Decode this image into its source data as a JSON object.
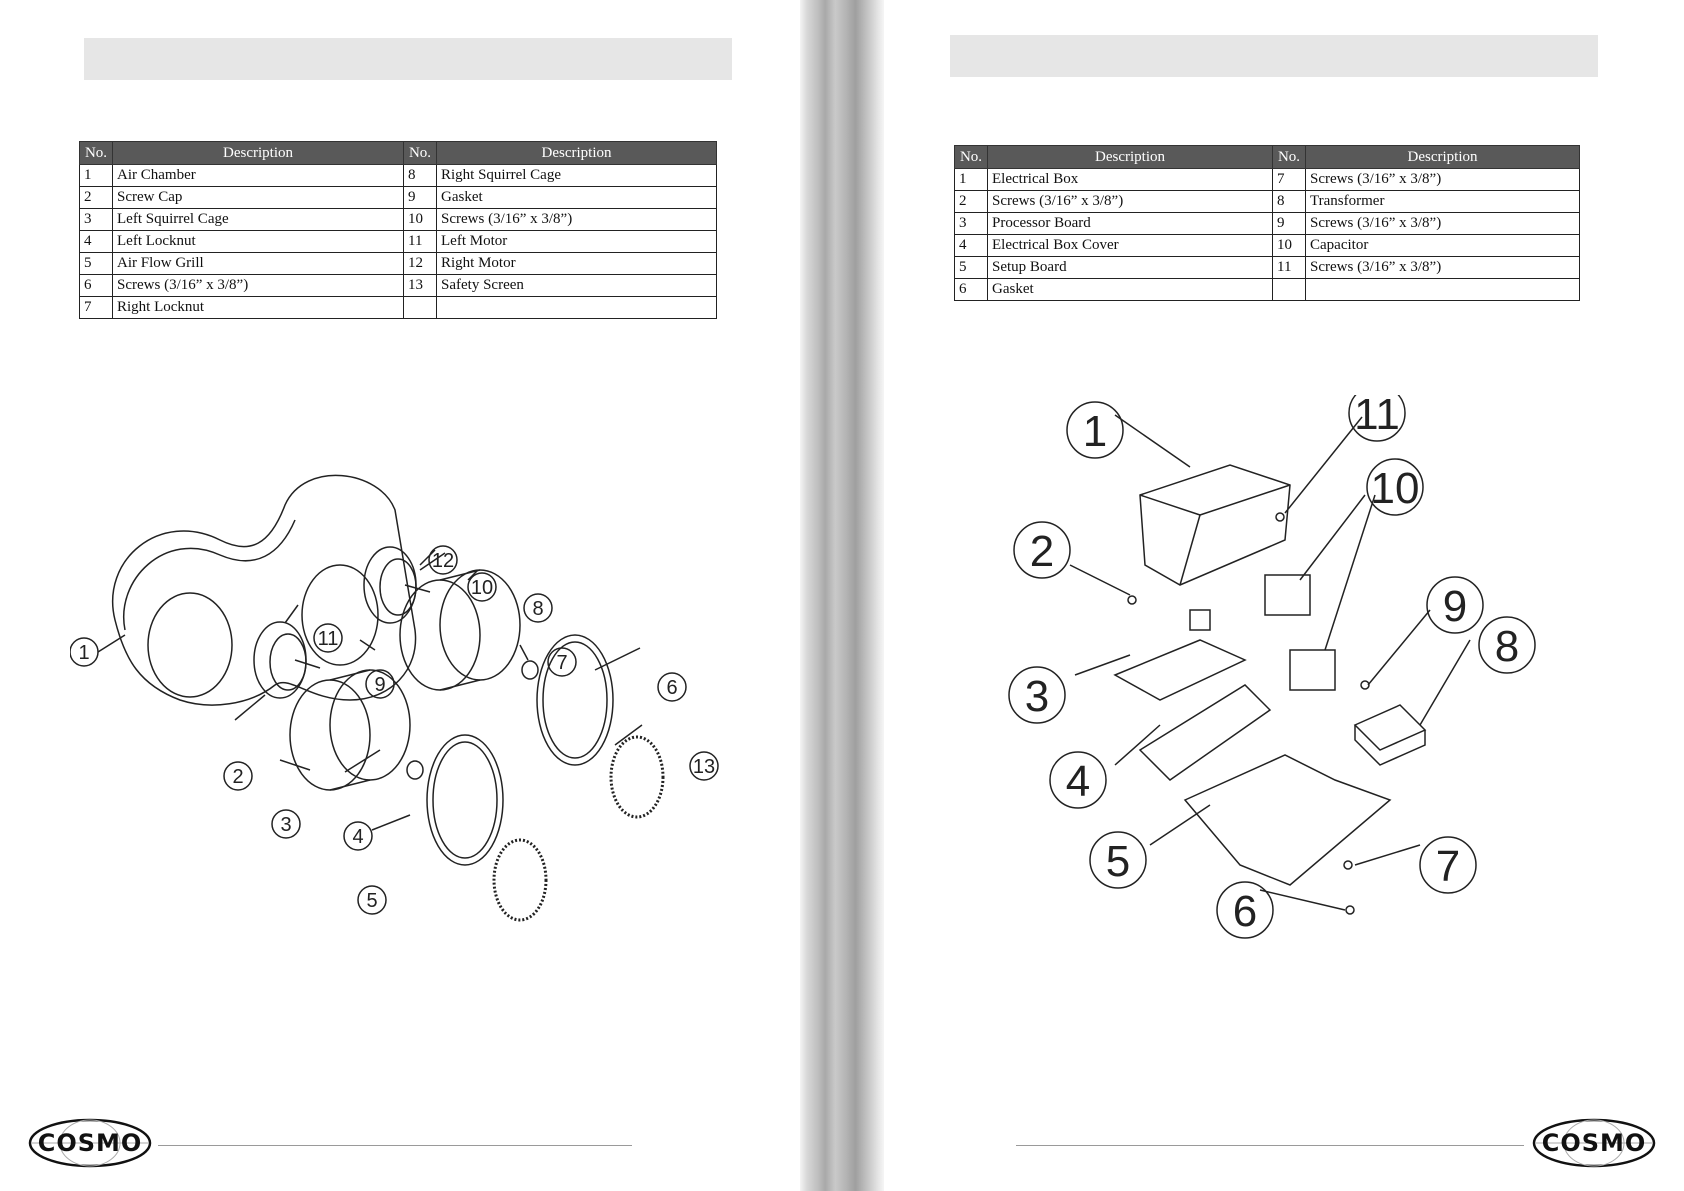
{
  "left_page": {
    "columns": [
      "No.",
      "Description",
      "No.",
      "Description"
    ],
    "rows": [
      [
        "1",
        "Air Chamber",
        "8",
        "Right Squirrel Cage"
      ],
      [
        "2",
        "Screw Cap",
        "9",
        "Gasket"
      ],
      [
        "3",
        "Left Squirrel Cage",
        "10",
        "Screws (3/16” x 3/8”)"
      ],
      [
        "4",
        "Left Locknut",
        "11",
        "Left Motor"
      ],
      [
        "5",
        "Air Flow Grill",
        "12",
        "Right Motor"
      ],
      [
        "6",
        "Screws (3/16” x 3/8”)",
        "13",
        "Safety Screen"
      ],
      [
        "7",
        "Right Locknut",
        "",
        ""
      ]
    ],
    "callouts": [
      "1",
      "2",
      "3",
      "4",
      "5",
      "6",
      "7",
      "8",
      "9",
      "10",
      "11",
      "12",
      "13"
    ]
  },
  "right_page": {
    "columns": [
      "No.",
      "Description",
      "No.",
      "Description"
    ],
    "rows": [
      [
        "1",
        "Electrical Box",
        "7",
        "Screws (3/16” x 3/8”)"
      ],
      [
        "2",
        "Screws (3/16” x 3/8”)",
        "8",
        "Transformer"
      ],
      [
        "3",
        "Processor Board",
        "9",
        "Screws (3/16” x 3/8”)"
      ],
      [
        "4",
        "Electrical Box Cover",
        "10",
        "Capacitor"
      ],
      [
        "5",
        "Setup Board",
        "11",
        "Screws (3/16” x 3/8”)"
      ],
      [
        "6",
        "Gasket",
        "",
        ""
      ]
    ],
    "callouts": [
      "1",
      "2",
      "3",
      "4",
      "5",
      "6",
      "7",
      "8",
      "9",
      "10",
      "11"
    ]
  },
  "logo": {
    "text": "COSMO"
  }
}
